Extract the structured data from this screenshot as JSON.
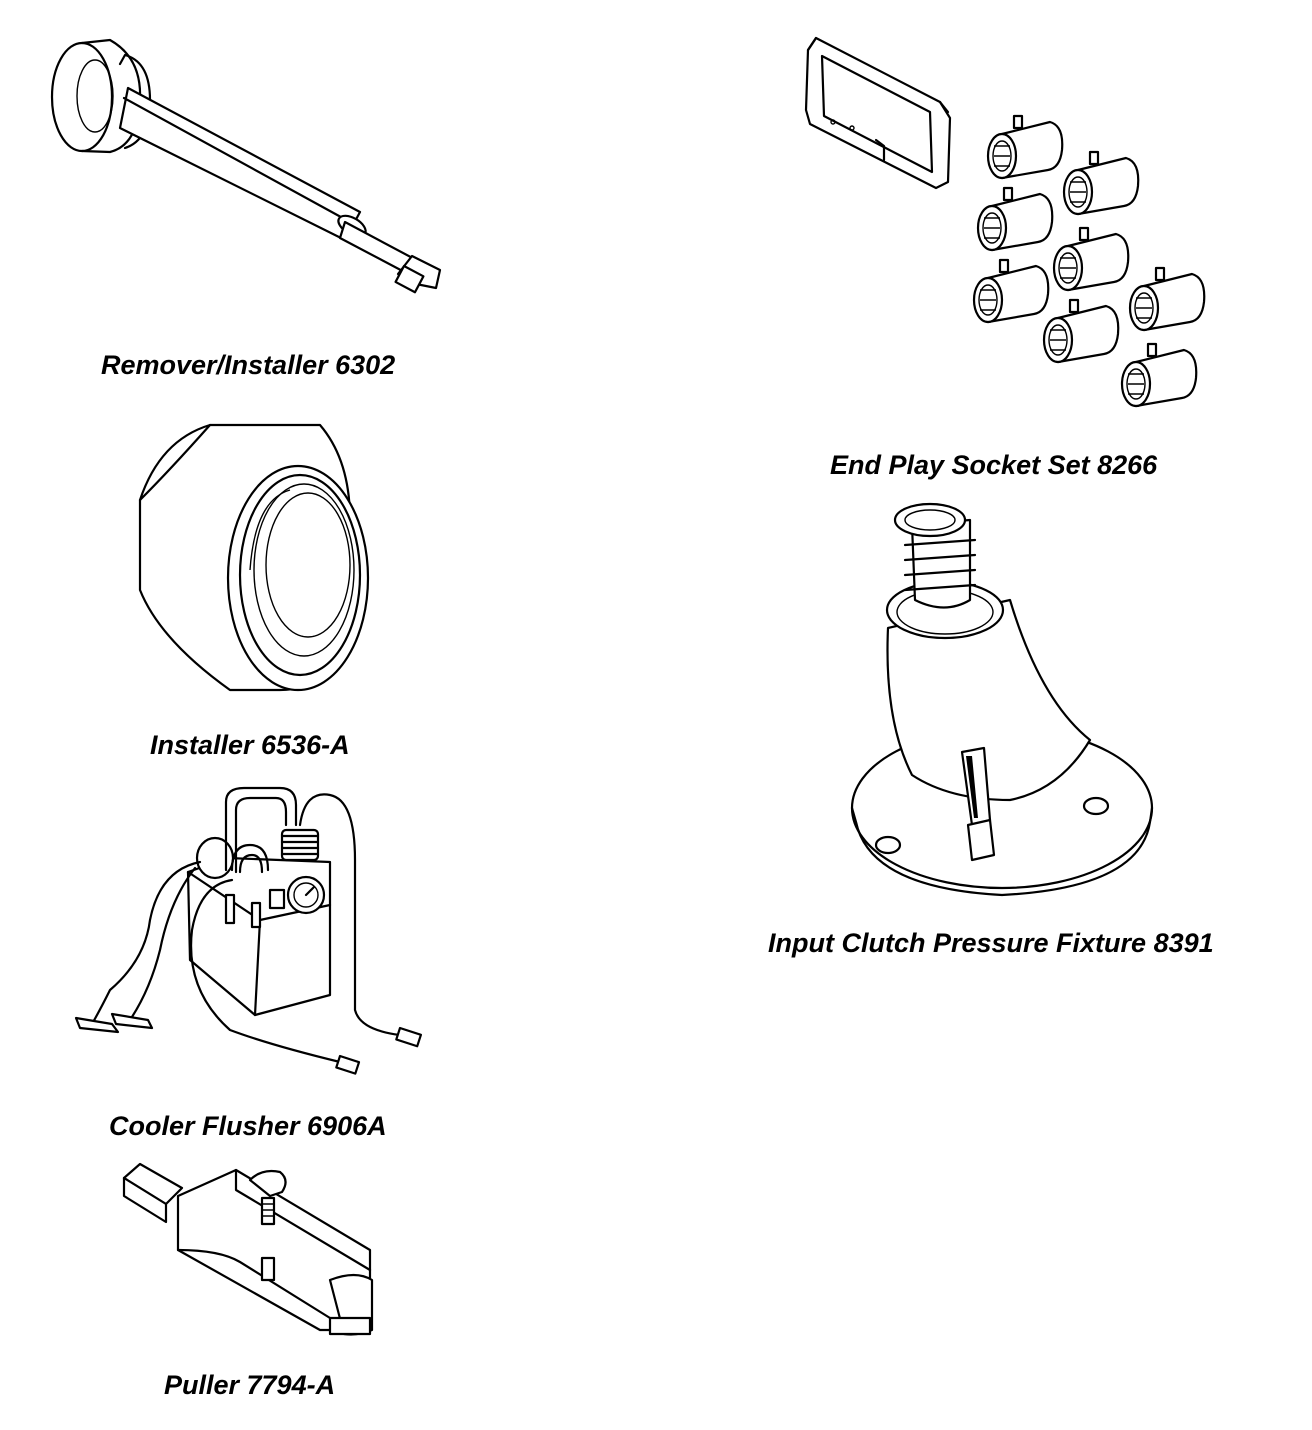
{
  "tools": [
    {
      "name": "remover-installer",
      "caption": "Remover/Installer 6302"
    },
    {
      "name": "end-play-socket-set",
      "caption": "End Play Socket Set 8266"
    },
    {
      "name": "installer",
      "caption": "Installer 6536-A"
    },
    {
      "name": "input-clutch-pressure-fixture",
      "caption": "Input Clutch Pressure Fixture 8391"
    },
    {
      "name": "cooler-flusher",
      "caption": "Cooler Flusher 6906A"
    },
    {
      "name": "puller",
      "caption": "Puller 7794-A"
    }
  ]
}
